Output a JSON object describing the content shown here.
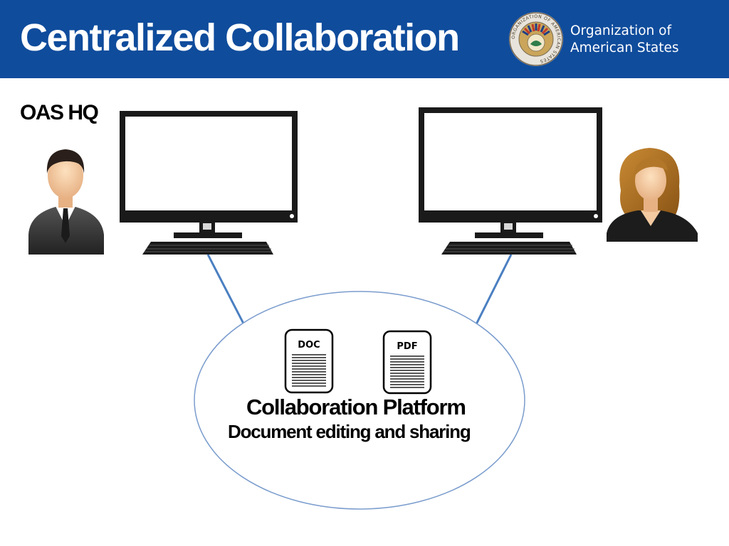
{
  "header": {
    "title": "Centralized Collaboration",
    "org_line1": "Organization of",
    "org_line2": "American States",
    "seal_text": "ORGANIZATION OF AMERICAN STATES",
    "background": "#0f4c9c"
  },
  "left": {
    "label": "OAS HQ"
  },
  "platform": {
    "title": "Collaboration Platform",
    "subtitle": "Document editing and sharing",
    "documents": [
      {
        "label": "DOC"
      },
      {
        "label": "PDF"
      }
    ]
  },
  "colors": {
    "header_blue": "#0f4c9c",
    "connector": "#4a7fc1",
    "ellipse_stroke": "#7a9ccd",
    "monitor": "#1a1a1a"
  }
}
